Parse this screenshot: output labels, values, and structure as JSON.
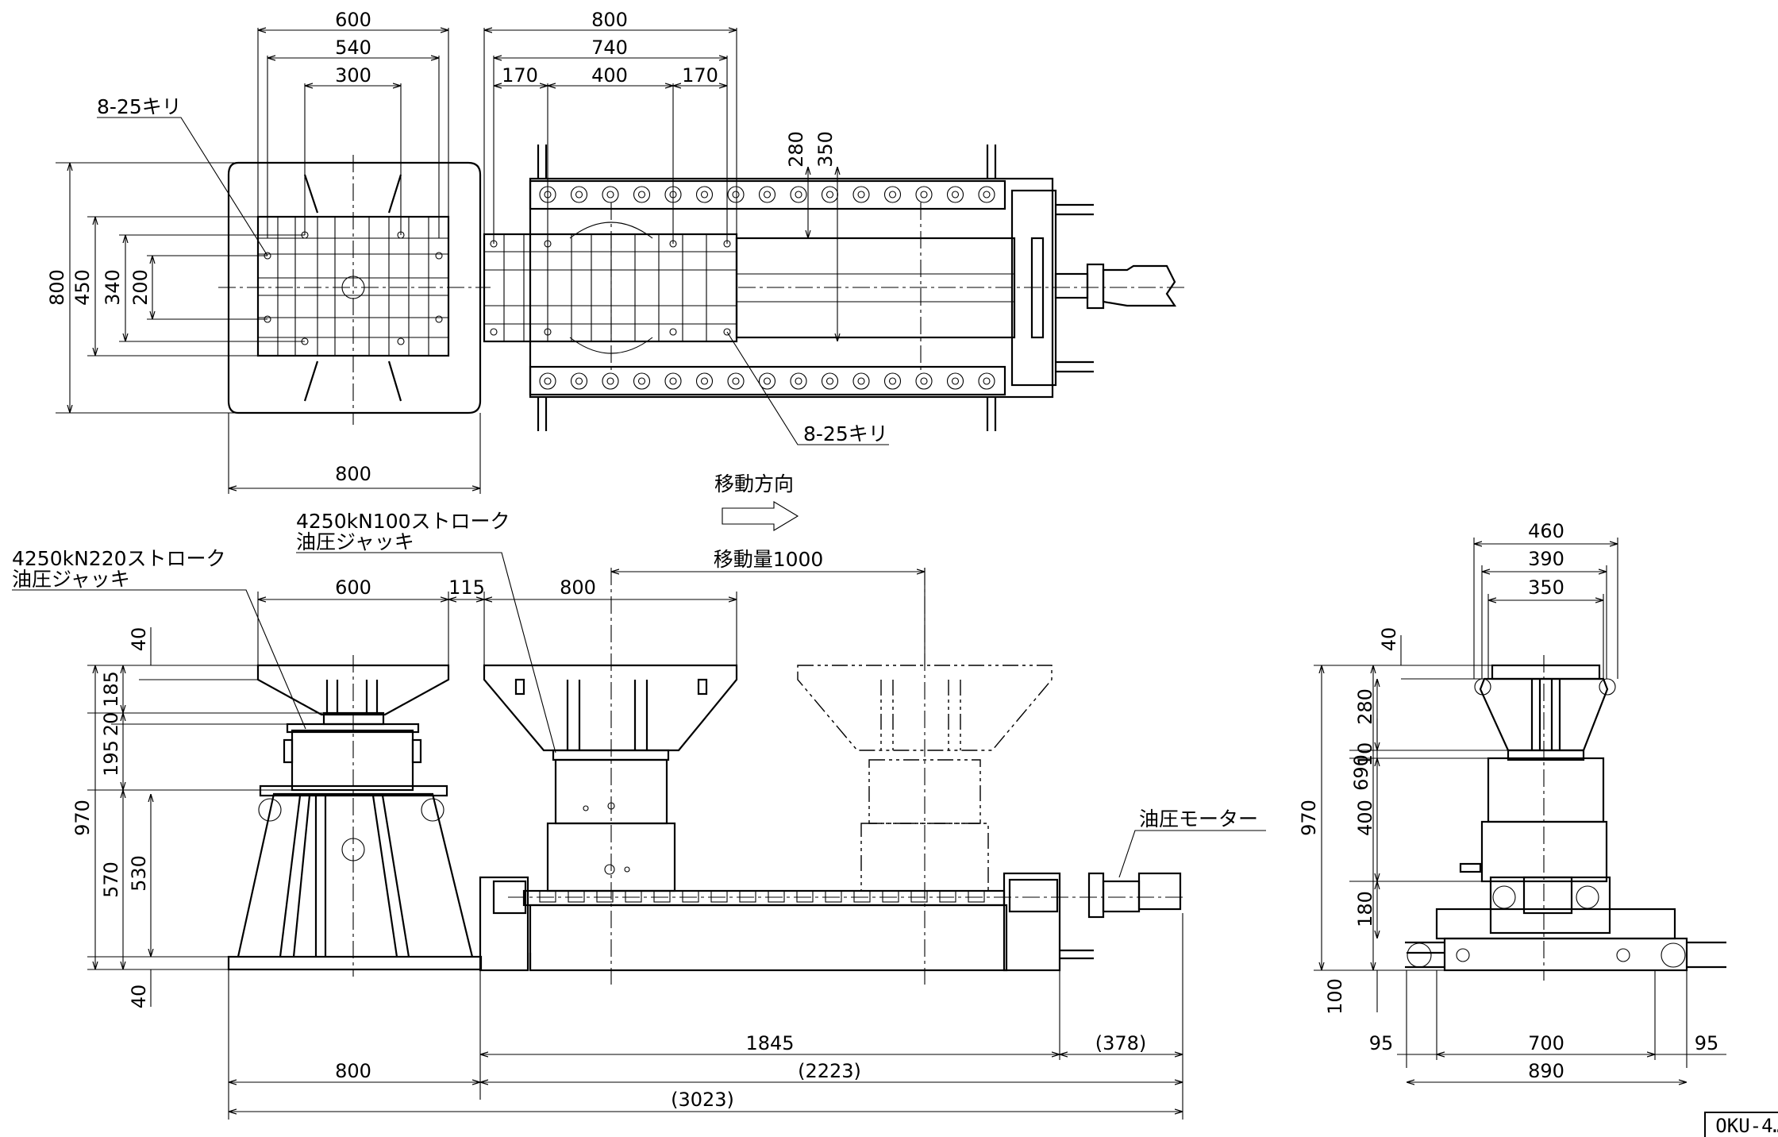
{
  "drawing_id": "OKU-4…",
  "annotations": {
    "holes_left": "8-25キリ",
    "holes_right": "8-25キリ",
    "direction": "移動方向",
    "travel": "移動量1000",
    "jack_left_line1": "4250kN220ストローク",
    "jack_left_line2": "油圧ジャッキ",
    "jack_center_line1": "4250kN100ストローク",
    "jack_center_line2": "油圧ジャッキ",
    "motor": "油圧モーター"
  },
  "dimensions": {
    "top_600": "600",
    "top_540": "540",
    "top_300": "300",
    "top_800": "800",
    "top_740": "740",
    "top_170a": "170",
    "top_400": "400",
    "top_170b": "170",
    "top_280": "280",
    "top_350": "350",
    "left_800": "800",
    "left_450": "450",
    "left_340": "340",
    "left_200": "200",
    "plan_bottom_800": "800",
    "front_600": "600",
    "front_115": "115",
    "front_800": "800",
    "front_40top": "40",
    "front_185": "185",
    "front_20": "20",
    "front_195": "195",
    "front_970": "970",
    "front_570": "570",
    "front_530": "530",
    "front_40bot": "40",
    "front_1845": "1845",
    "front_378": "(378)",
    "front_800b": "800",
    "front_2223": "(2223)",
    "front_3023": "(3023)",
    "side_460": "460",
    "side_390": "390",
    "side_350": "350",
    "side_40": "40",
    "side_280": "280",
    "side_10": "10",
    "side_690": "690",
    "side_970": "970",
    "side_400": "400",
    "side_180": "180",
    "side_100": "100",
    "side_95a": "95",
    "side_700": "700",
    "side_95b": "95",
    "side_890": "890"
  }
}
